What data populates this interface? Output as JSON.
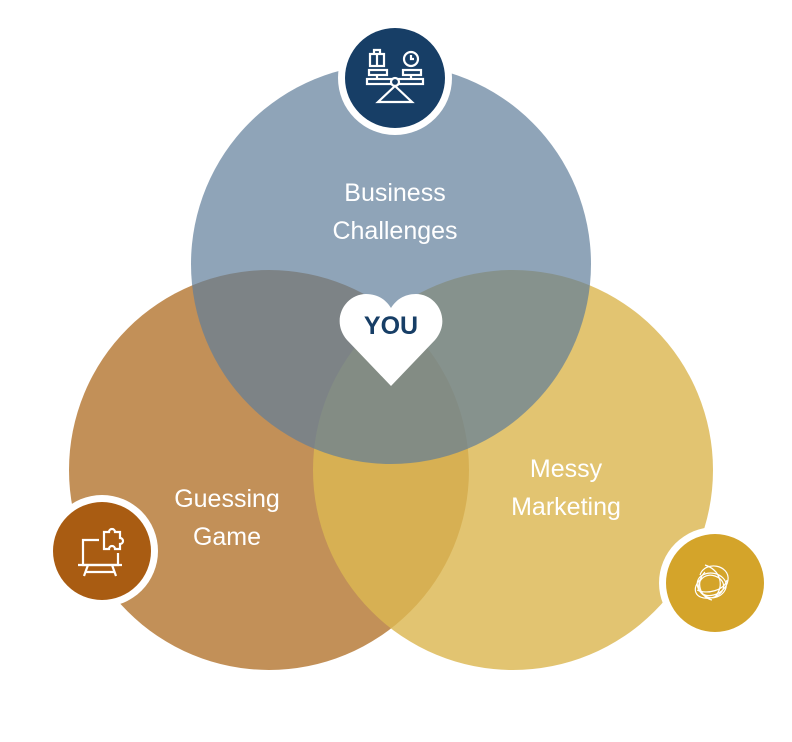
{
  "circles": [
    {
      "id": "business",
      "lines": [
        "Business",
        "Challenges"
      ],
      "color": "#6f88a2",
      "icon": "scale-balance-icon",
      "icon_color": "#173e66"
    },
    {
      "id": "guessing",
      "lines": [
        "Guessing",
        "Game"
      ],
      "color": "#b47833",
      "icon": "presentation-puzzle-icon",
      "icon_color": "#a95c12"
    },
    {
      "id": "messy",
      "lines": [
        "Messy",
        "Marketing"
      ],
      "color": "#dcb752",
      "icon": "tangled-scribble-icon",
      "icon_color": "#d4a42a"
    }
  ],
  "center": {
    "label": "YOU",
    "icon": "heart-icon"
  }
}
